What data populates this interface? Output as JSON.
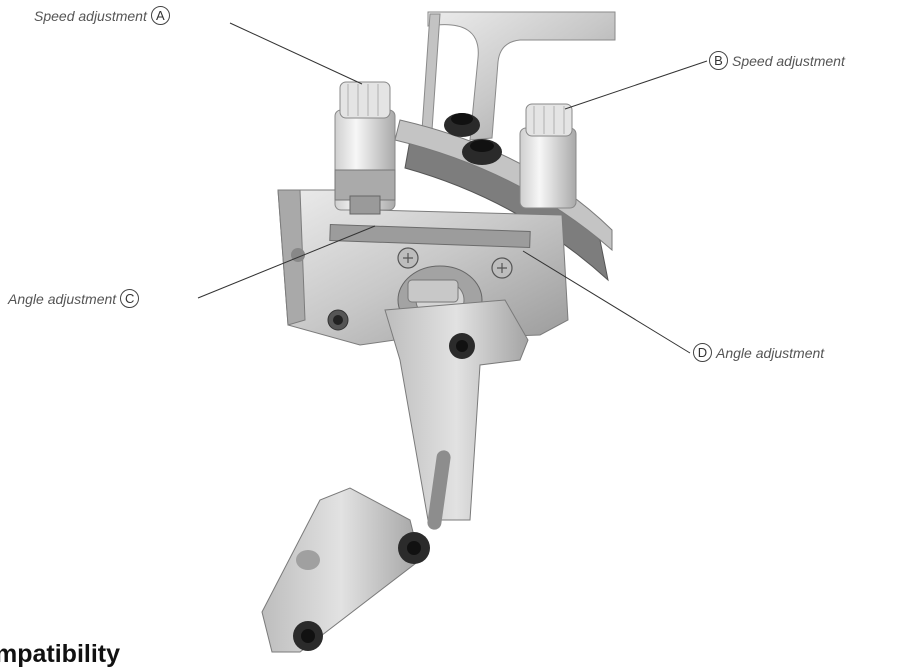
{
  "figure": {
    "heading": "mpatibility",
    "callouts": [
      {
        "id": "A",
        "label": "Speed adjustment"
      },
      {
        "id": "B",
        "label": "Speed adjustment"
      },
      {
        "id": "C",
        "label": "Angle adjustment"
      },
      {
        "id": "D",
        "label": "Angle adjustment"
      }
    ]
  },
  "colors": {
    "metal_light": "#d9d9d9",
    "metal_mid": "#b5b5b5",
    "metal_dark": "#7a7a7a",
    "screw": "#2a2a2a",
    "leader_line": "#333333"
  }
}
